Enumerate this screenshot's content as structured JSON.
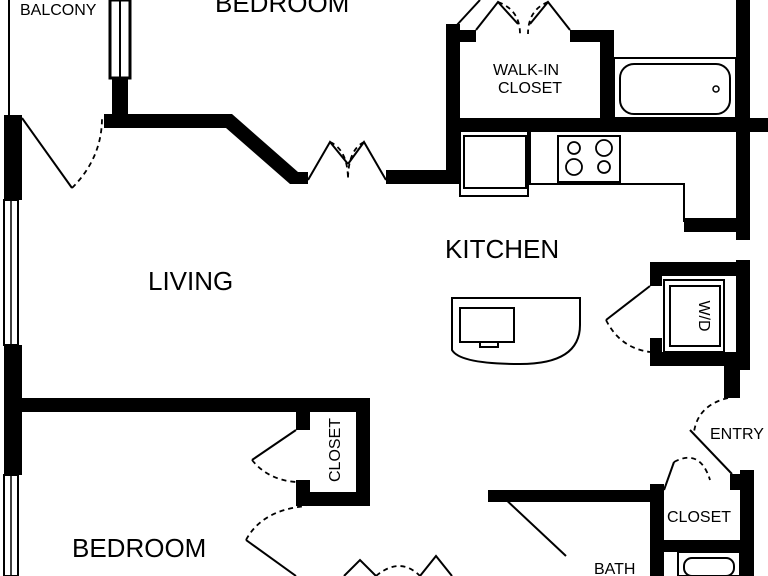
{
  "rooms": {
    "balcony": "BALCONY",
    "bedroom_top": "BEDROOM",
    "walk_in_closet_line1": "WALK-IN",
    "walk_in_closet_line2": "CLOSET",
    "kitchen": "KITCHEN",
    "living": "LIVING",
    "washer_dryer": "W/D",
    "entry": "ENTRY",
    "closet_bedroom": "CLOSET",
    "closet_entry": "CLOSET",
    "bedroom_bottom": "BEDROOM",
    "bath": "BATH"
  },
  "colors": {
    "wall": "#000000",
    "background": "#ffffff"
  }
}
